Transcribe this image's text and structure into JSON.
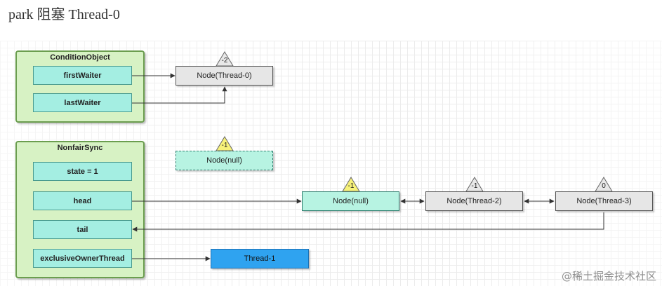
{
  "title": "park 阻塞 Thread-0",
  "condition_object": {
    "title": "ConditionObject",
    "fields": [
      "firstWaiter",
      "lastWaiter"
    ]
  },
  "nonfair_sync": {
    "title": "NonfairSync",
    "fields": [
      "state = 1",
      "head",
      "tail",
      "exclusiveOwnerThread"
    ]
  },
  "nodes": {
    "waiter_node": {
      "label": "Node(Thread-0)",
      "status": "-2"
    },
    "dashed_node": {
      "label": "Node(null)",
      "status": "-1"
    },
    "head_node": {
      "label": "Node(null)",
      "status": "-1"
    },
    "thread2_node": {
      "label": "Node(Thread-2)",
      "status": "-1"
    },
    "thread3_node": {
      "label": "Node(Thread-3)",
      "status": "0"
    },
    "owner_thread": {
      "label": "Thread-1"
    }
  },
  "colors": {
    "group_fill": "#d7f2c4",
    "field_fill": "#a4eee2",
    "node_gray": "#e6e6e6",
    "node_teal": "#b7f3e2",
    "owner_blue": "#2fa3f0",
    "status_yellow": "#f7f27a",
    "status_gray": "#e8e8e8"
  },
  "watermark": "@稀土掘金技术社区"
}
